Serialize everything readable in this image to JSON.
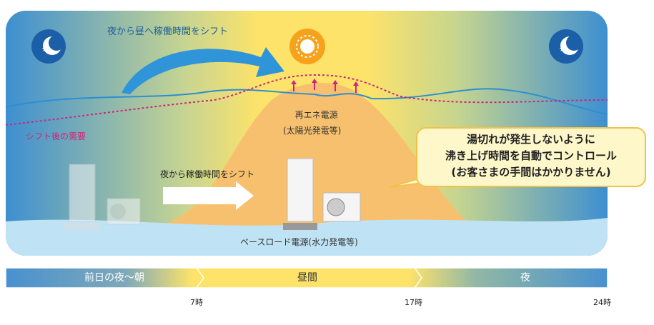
{
  "diagram": {
    "shift_day_label": "夜から昼へ稼働時間をシフト",
    "shift_night_label": "夜から稼働時間をシフト",
    "demand_after_shift_label": "シフト後の需要",
    "renewable_label_line1": "再エネ電源",
    "renewable_label_line2": "(太陽光発電等)",
    "baseload_label": "ベースロード電源(水力発電等)",
    "callout": {
      "line1": "湯切れが発生しないように",
      "line2": "沸き上げ時間を自動でコントロール",
      "line3": "(お客さまの手間はかかりません)"
    },
    "icons": [
      "moon-star-icon",
      "sun-icon",
      "moon-star-icon"
    ]
  },
  "timeline": {
    "bands": [
      "前日の夜～朝",
      "昼間",
      "夜"
    ],
    "ticks": [
      "7時",
      "17時",
      "24時"
    ]
  },
  "colors": {
    "night_blue": "#3d8fd1",
    "day_yellow": "#fde36a",
    "renewable_orange": "#f7c06e",
    "water_blue": "#bfe3f5",
    "demand_line": "#2c8fd0",
    "shift_line": "#d0237a"
  }
}
